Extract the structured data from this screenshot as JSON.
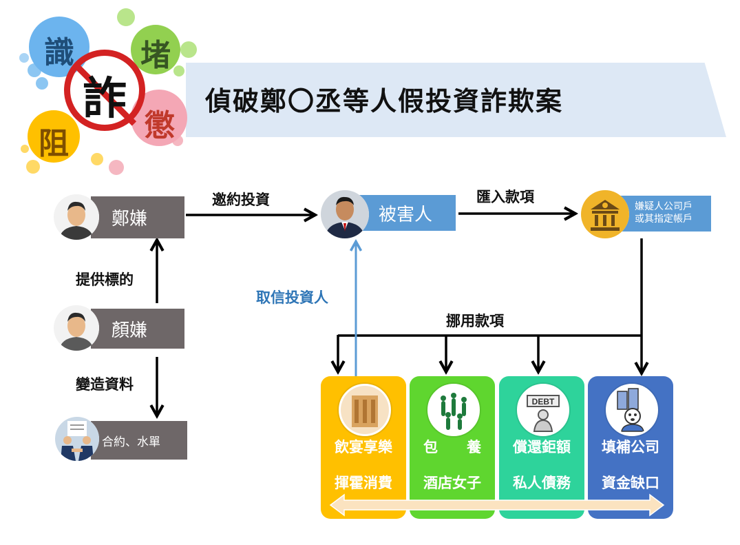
{
  "title": "偵破鄭〇丞等人假投資詐欺案",
  "logo": {
    "chars": [
      "識",
      "堵",
      "阻",
      "懲"
    ],
    "center_char": "詐"
  },
  "nodes": {
    "zheng": "鄭嫌",
    "yan": "顏嫌",
    "contract": "合約、水單",
    "victim": "被害人",
    "account_line1": "嫌疑人公司戶",
    "account_line2": "或其指定帳戶"
  },
  "edges": {
    "invite": "邀約投資",
    "transfer": "匯入款項",
    "provide": "提供標的",
    "forge": "變造資料",
    "trust": "取信投資人",
    "misuse": "挪用款項"
  },
  "cards": [
    {
      "top": "飲宴享樂",
      "bottom": "揮霍消費",
      "color": "#ffc000",
      "icon": "building-icon"
    },
    {
      "top": "包　　養",
      "bottom": "酒店女子",
      "color": "#5fd62f",
      "icon": "women-icon"
    },
    {
      "top": "償還鉅額",
      "bottom": "私人債務",
      "color": "#2ed39b",
      "icon": "debt-icon"
    },
    {
      "top": "填補公司",
      "bottom": "資金缺口",
      "color": "#4472c4",
      "icon": "stressed-person-icon"
    }
  ],
  "colors": {
    "person_box": "#6e6768",
    "victim_box": "#5b9bd5",
    "trust_arrow": "#5b9bd5",
    "trust_text": "#2e75b6"
  }
}
